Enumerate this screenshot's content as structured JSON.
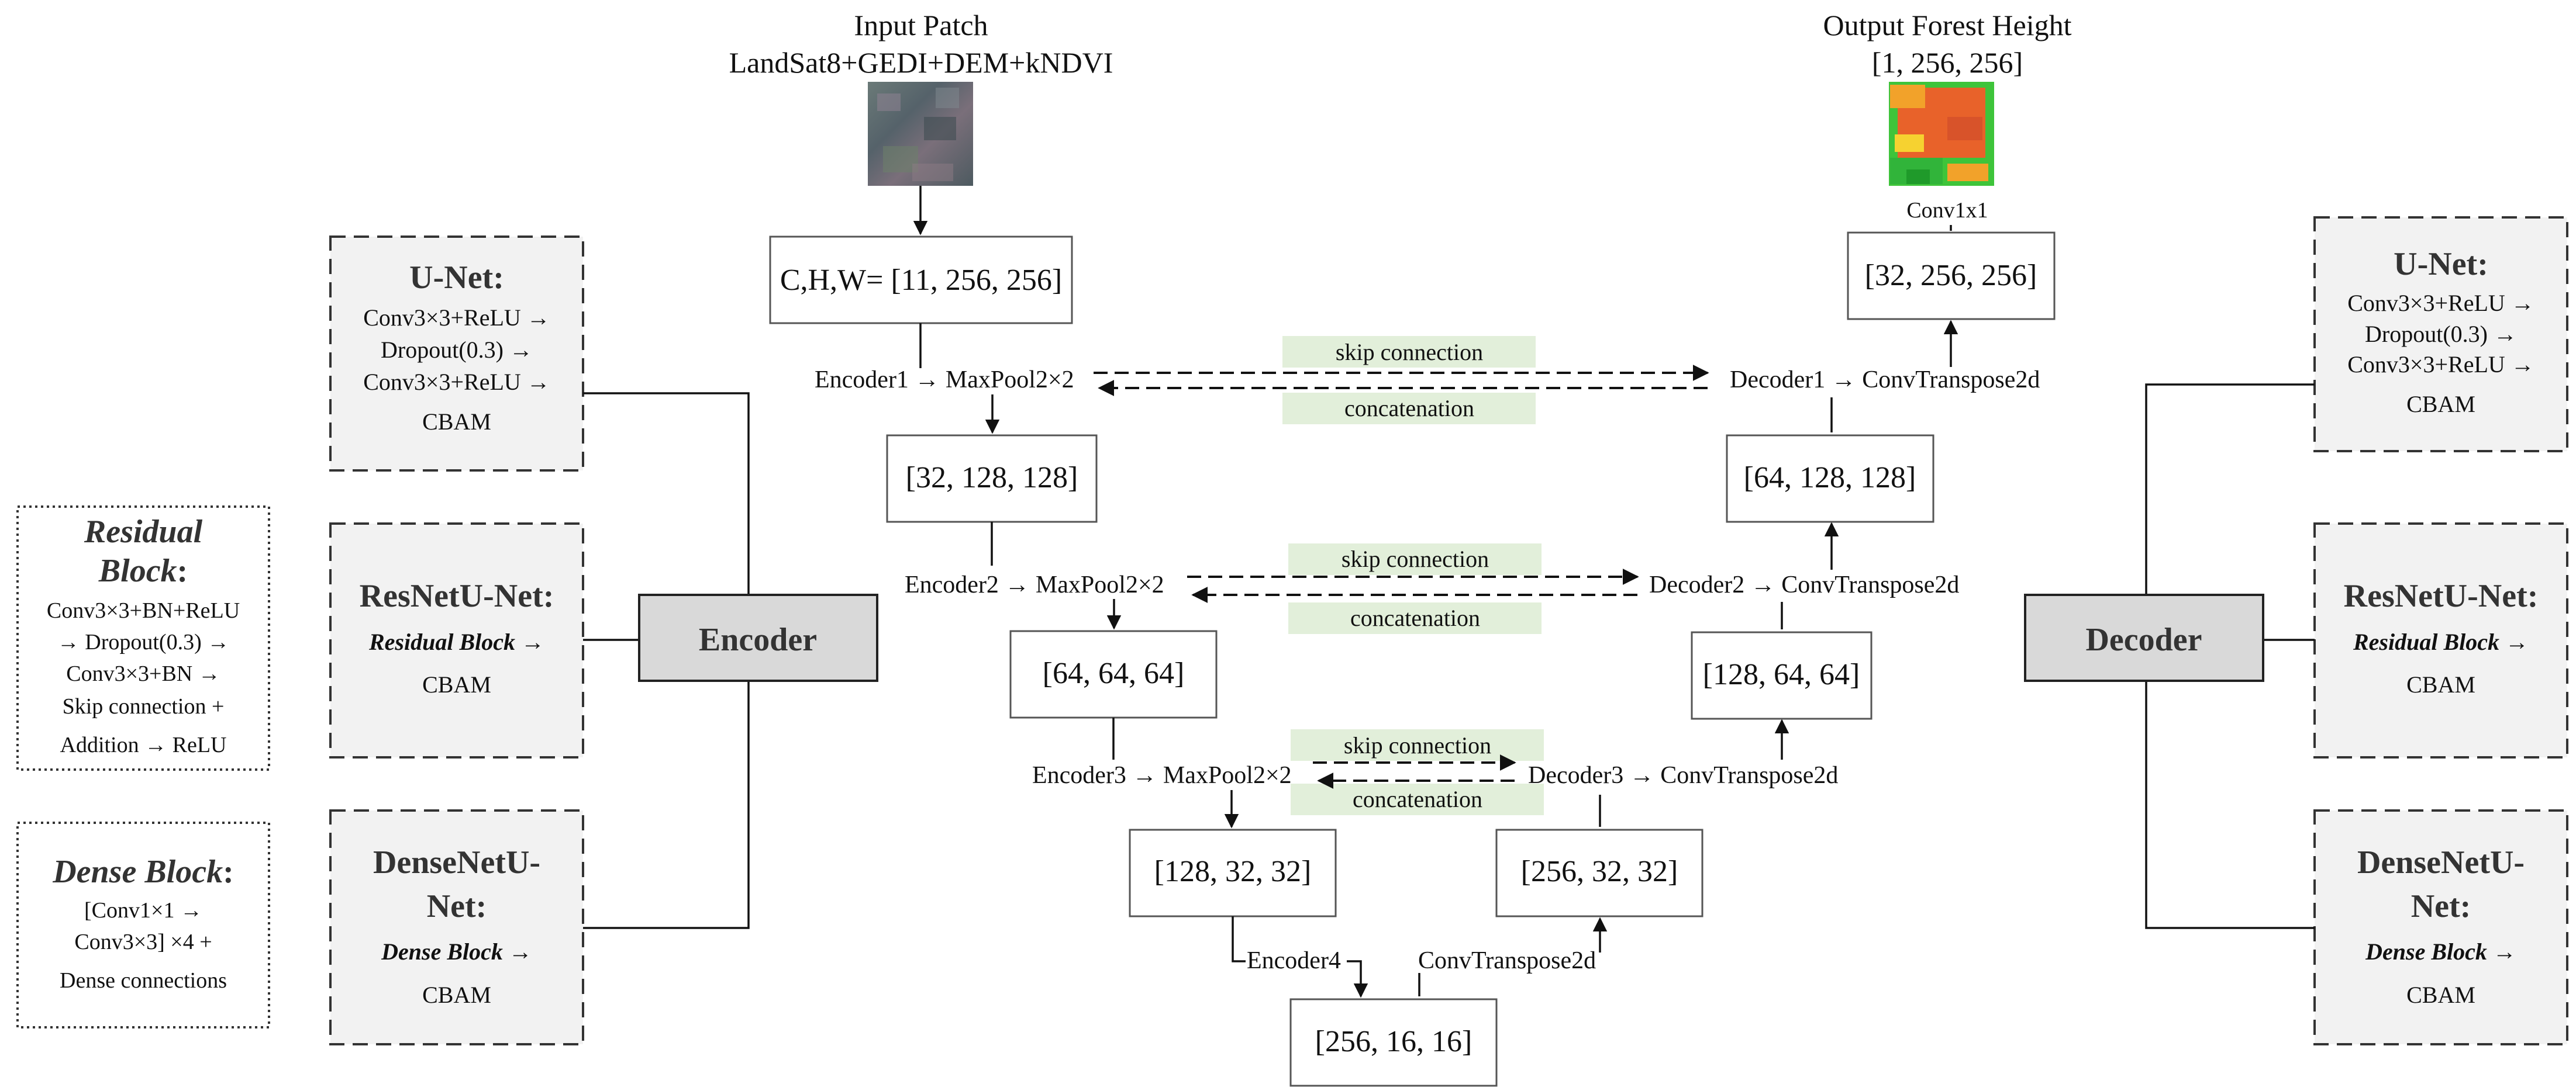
{
  "input": {
    "title_line1": "Input Patch",
    "title_line2": "LandSat8+GEDI+DEM+kNDVI",
    "shape": "C,H,W= [11, 256, 256]"
  },
  "output": {
    "title_line1": "Output Forest Height",
    "title_line2": "[1, 256, 256]",
    "conv_label": "Conv1x1"
  },
  "encoder": {
    "stage1": "Encoder1 → MaxPool2×2",
    "stage2": "Encoder2 → MaxPool2×2",
    "stage3": "Encoder3 → MaxPool2×2",
    "stage4": "Encoder4",
    "dims": [
      "[32, 128, 128]",
      "[64, 64, 64]",
      "[128, 32, 32]"
    ]
  },
  "bottleneck": {
    "dims": "[256, 16, 16]",
    "upsample": "ConvTranspose2d"
  },
  "decoder": {
    "stage1": "Decoder1 → ConvTranspose2d",
    "stage2": "Decoder2 → ConvTranspose2d",
    "stage3": "Decoder3 → ConvTranspose2d",
    "dims": [
      "[32, 256, 256]",
      "[64, 128, 128]",
      "[128, 64, 64]",
      "[256, 32, 32]"
    ]
  },
  "connections": {
    "skip": "skip connection",
    "concat": "concatenation"
  },
  "left_panel": {
    "heading": "Encoder",
    "unet": {
      "title": "U-Net:",
      "lines": [
        "Conv3×3+ReLU →",
        "Dropout(0.3) →",
        "Conv3×3+ReLU →",
        "CBAM"
      ]
    },
    "resnet": {
      "title": "ResNetU-Net:",
      "block": "Residual Block →",
      "tail": "CBAM"
    },
    "densenet": {
      "title_line1": "DenseNetU-",
      "title_line2": "Net:",
      "block": "Dense Block →",
      "tail": "CBAM"
    }
  },
  "right_panel": {
    "heading": "Decoder",
    "unet": {
      "title": "U-Net:",
      "lines": [
        "Conv3×3+ReLU →",
        "Dropout(0.3) →",
        "Conv3×3+ReLU →",
        "CBAM"
      ]
    },
    "resnet": {
      "title": "ResNetU-Net:",
      "block": "Residual Block →",
      "tail": "CBAM"
    },
    "densenet": {
      "title_line1": "DenseNetU-",
      "title_line2": "Net:",
      "block": "Dense Block →",
      "tail": "CBAM"
    }
  },
  "residual_block": {
    "title_line1": "Residual",
    "title_line2": "Block",
    "colon": ":",
    "lines": [
      "Conv3×3+BN+ReLU",
      "→ Dropout(0.3) →",
      "Conv3×3+BN →",
      "Skip connection +",
      "Addition → ReLU"
    ]
  },
  "dense_block": {
    "title": "Dense Block",
    "colon": ":",
    "lines": [
      "[Conv1×1 →",
      "Conv3×3] ×4 +",
      "Dense connections"
    ]
  },
  "colors": {
    "tag_fill": "#e2efda",
    "panel_fill": "#f2f2f2",
    "heading_fill": "#d9d9d9"
  }
}
